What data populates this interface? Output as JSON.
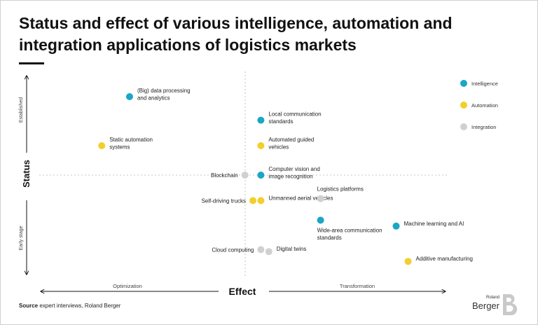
{
  "title": "Status and effect of various intelligence, automation and integration applications of logistics markets",
  "source_label": "Source",
  "source_text": "expert interviews, Roland Berger",
  "logo": {
    "roland": "Roland",
    "berger": "Berger",
    "mark": "B"
  },
  "colors": {
    "intelligence": "#1aa6c6",
    "automation": "#f2cf2a",
    "integration": "#d0d0d0",
    "axis": "#111111",
    "guide": "#b5b5b5"
  },
  "chart_data": {
    "type": "scatter",
    "title": "Status and effect of various intelligence, automation and integration applications of logistics markets",
    "xlabel": "Effect",
    "ylabel": "Status",
    "x_left_label": "Optimization",
    "x_right_label": "Transformation",
    "y_top_label": "Established",
    "y_bottom_label": "Early stage",
    "xlim": [
      0,
      1
    ],
    "ylim": [
      0,
      1
    ],
    "grid": false,
    "legend_position": "top-right",
    "series": [
      {
        "name": "Intelligence",
        "key": "intelligence"
      },
      {
        "name": "Automation",
        "key": "automation"
      },
      {
        "name": "Integration",
        "key": "integration"
      }
    ],
    "points": [
      {
        "label": "(Big) data processing and analytics",
        "series": "intelligence",
        "x": 0.22,
        "y": 0.9,
        "label_side": "right"
      },
      {
        "label": "Local communication standards",
        "series": "intelligence",
        "x": 0.55,
        "y": 0.78,
        "label_side": "right"
      },
      {
        "label": "Static automation systems",
        "series": "automation",
        "x": 0.15,
        "y": 0.65,
        "label_side": "right"
      },
      {
        "label": "Automated guided vehicles",
        "series": "automation",
        "x": 0.55,
        "y": 0.65,
        "label_side": "right"
      },
      {
        "label": "Blockchain",
        "series": "integration",
        "x": 0.51,
        "y": 0.5,
        "label_side": "left"
      },
      {
        "label": "Computer vision and image recognition",
        "series": "intelligence",
        "x": 0.55,
        "y": 0.5,
        "label_side": "right"
      },
      {
        "label": "Self-driving trucks",
        "series": "automation",
        "x": 0.53,
        "y": 0.37,
        "label_side": "left"
      },
      {
        "label": "Unmanned aerial vehicles",
        "series": "automation",
        "x": 0.55,
        "y": 0.37,
        "label_side": "right"
      },
      {
        "label": "Logistics platforms",
        "series": "integration",
        "x": 0.7,
        "y": 0.38,
        "label_side": "above"
      },
      {
        "label": "Wide-area communication standards",
        "series": "intelligence",
        "x": 0.7,
        "y": 0.27,
        "label_side": "below"
      },
      {
        "label": "Machine learning and AI",
        "series": "intelligence",
        "x": 0.89,
        "y": 0.24,
        "label_side": "right"
      },
      {
        "label": "Cloud computing",
        "series": "integration",
        "x": 0.55,
        "y": 0.12,
        "label_side": "left"
      },
      {
        "label": "Digital twins",
        "series": "integration",
        "x": 0.57,
        "y": 0.11,
        "label_side": "right"
      },
      {
        "label": "Additive manufacturing",
        "series": "automation",
        "x": 0.92,
        "y": 0.06,
        "label_side": "right"
      }
    ]
  }
}
